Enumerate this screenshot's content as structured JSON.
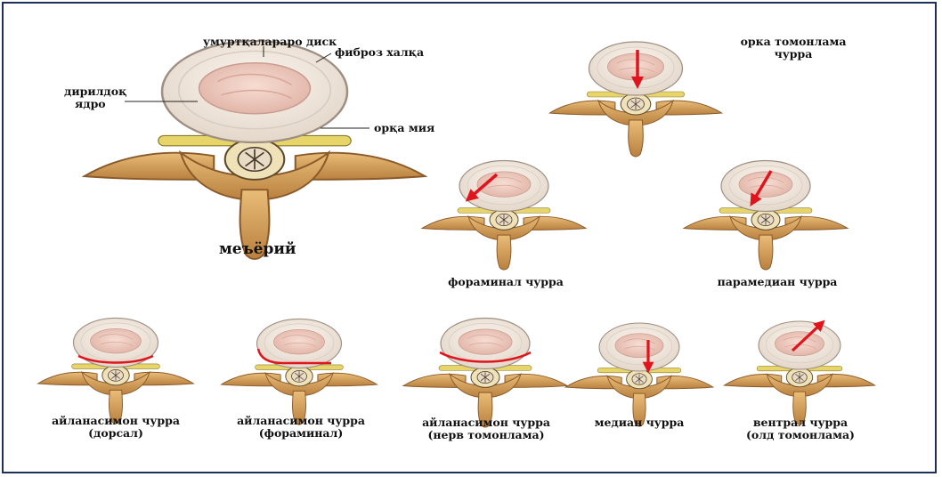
{
  "labels": {
    "disc": "умуртқалараро диск",
    "annulus": "фиброз халқа",
    "nucleus_line1": "дирилдоқ",
    "nucleus_line2": "ядро",
    "spinal_cord": "орқа мия",
    "normal": "меъёрий"
  },
  "panels": [
    {
      "id": "posterior-lateral",
      "line1": "орка томонлама",
      "line2": "чурра"
    },
    {
      "id": "foraminal",
      "line1": "фораминал чурра",
      "line2": ""
    },
    {
      "id": "paramedian",
      "line1": "парамедиан чурра",
      "line2": ""
    },
    {
      "id": "circular-dorsal",
      "line1": "айланасимон чурра",
      "line2": "(дорсал)"
    },
    {
      "id": "circular-foraminal",
      "line1": "айланасимон чурра",
      "line2": "(фораминал)"
    },
    {
      "id": "circular-nerve",
      "line1": "айланасимон чурра",
      "line2": "(нерв томонлама)"
    },
    {
      "id": "median",
      "line1": "медиан чурра",
      "line2": ""
    },
    {
      "id": "ventral",
      "line1": "вентрал чурра",
      "line2": "(олд томонлама)"
    }
  ],
  "colors": {
    "frame": "#1f2f5c",
    "arrow": "#e0141c",
    "disc_outer": "#f4ece3",
    "nucleus": "#efcfc4",
    "bone": "#d7a35d"
  }
}
